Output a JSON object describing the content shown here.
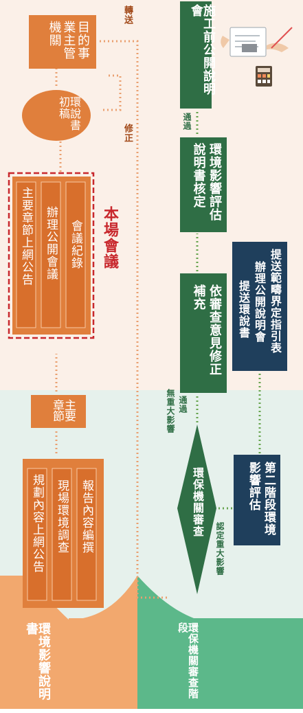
{
  "colors": {
    "top_band_bg": "#fbf0e8",
    "bottom_band_bg": "#e6f1ec",
    "orange": "#e07f3c",
    "orange_header": "#f2a86e",
    "green": "#3f8a55",
    "green_header": "#5cb88a",
    "navy": "#1f3f5c",
    "dashed_red": "#c8282d",
    "dots_orange": "#eaa070",
    "dots_green": "#67a44e"
  },
  "headers": {
    "eia_report": "環境影響說明書",
    "epa_review_stage": "環保機關審查階段"
  },
  "top_flow": {
    "group_a": [
      "規劃內容上網公告",
      "現場環境調查",
      "報告內容編撰"
    ],
    "main_chapters": "主要章節",
    "group_b": [
      "主要章節上網公告",
      "辦理公開會議",
      "會議紀錄"
    ],
    "this_meeting": "本場會議",
    "draft": "環說書初稿",
    "competent_authority": "目的事業主管機關",
    "label_forward": "轉送",
    "label_revise": "修正"
  },
  "bottom_flow": {
    "epa_review": "環保機關審查",
    "label_no_major_impact": "無重大影響",
    "label_pass_1": "通過",
    "revise_per_comments": "依審查意見修正補充",
    "eis_approval": "環境影響評估說明書核定",
    "label_pass_2": "通過",
    "public_briefing": "施工前公開說明會",
    "label_major_impact": "認定重大影響",
    "stage_two": "第二階段環境影響評估",
    "stage_two_tasks": [
      "提送環說書",
      "辦理公開說明會",
      "提送範疇界定指引表"
    ]
  },
  "icons": [
    "document-hands-icon",
    "calculator-icon"
  ]
}
